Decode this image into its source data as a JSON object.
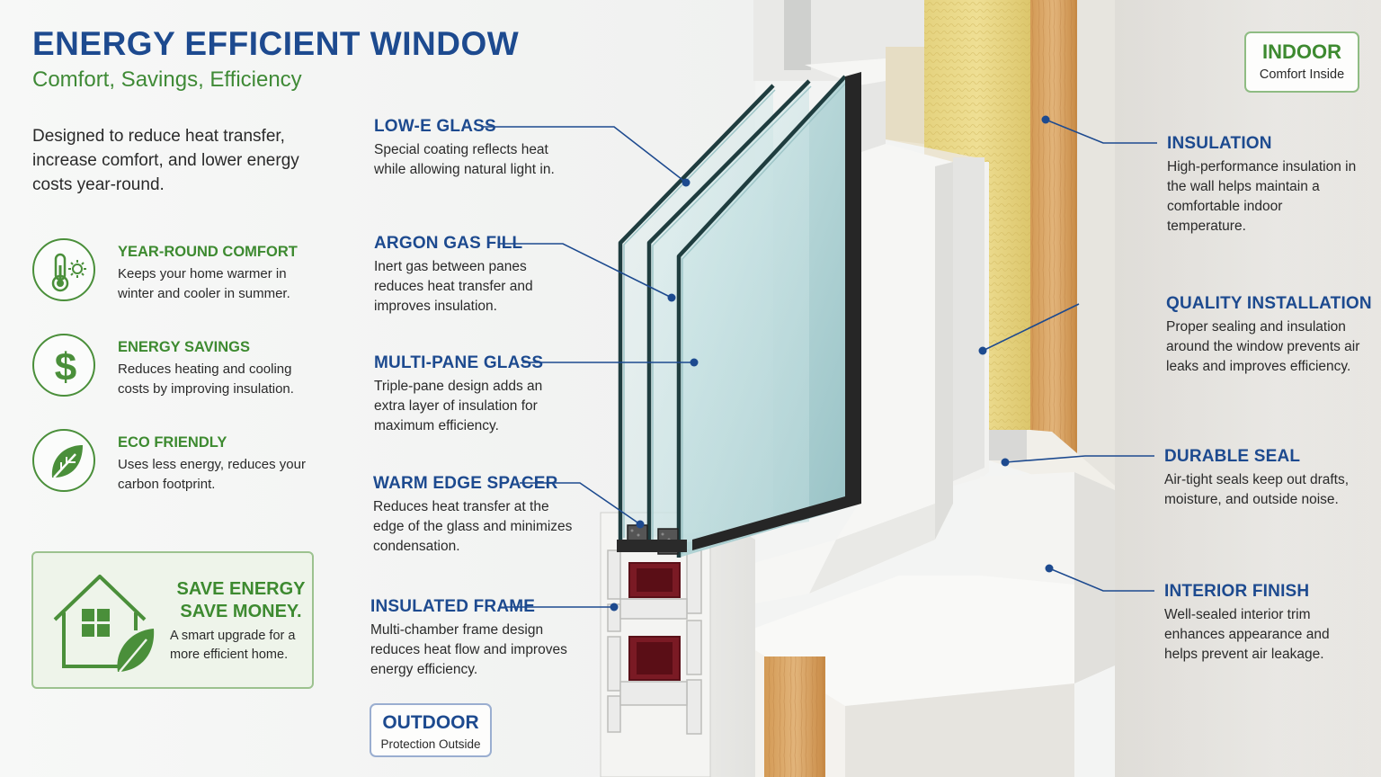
{
  "header": {
    "title": "ENERGY EFFICIENT WINDOW",
    "subtitle": "Comfort, Savings, Efficiency",
    "intro": "Designed to reduce heat transfer, increase comfort, and lower energy costs year-round."
  },
  "features": [
    {
      "icon": "thermometer-sun-icon",
      "title": "YEAR-ROUND COMFORT",
      "desc": "Keeps your home warmer in winter and cooler in summer."
    },
    {
      "icon": "dollar-icon",
      "title": "ENERGY SAVINGS",
      "desc": "Reduces heating and cooling costs by improving insulation."
    },
    {
      "icon": "leaf-icon",
      "title": "ECO FRIENDLY",
      "desc": "Uses less energy, reduces your carbon footprint."
    }
  ],
  "save_box": {
    "title_line1": "SAVE ENERGY",
    "title_line2": "SAVE MONEY.",
    "desc": "A smart upgrade for a more efficient home."
  },
  "left_callouts": [
    {
      "title": "LOW-E GLASS",
      "desc": "Special coating reflects heat while allowing natural light in."
    },
    {
      "title": "ARGON GAS FILL",
      "desc": "Inert gas between panes reduces heat transfer and improves insulation."
    },
    {
      "title": "MULTI-PANE GLASS",
      "desc": "Triple-pane design adds an extra layer of insulation for maximum efficiency."
    },
    {
      "title": "WARM EDGE SPACER",
      "desc": "Reduces heat transfer at the edge of the glass and minimizes condensation."
    },
    {
      "title": "INSULATED FRAME",
      "desc": "Multi-chamber frame design reduces heat flow and improves energy efficiency."
    }
  ],
  "right_callouts": [
    {
      "title": "INSULATION",
      "desc": "High-performance insulation in the wall helps maintain a comfortable indoor temperature."
    },
    {
      "title": "QUALITY INSTALLATION",
      "desc": "Proper sealing and insulation around the window prevents air leaks and improves efficiency."
    },
    {
      "title": "DURABLE SEAL",
      "desc": "Air-tight seals keep out drafts, moisture, and outside noise."
    },
    {
      "title": "INTERIOR FINISH",
      "desc": "Well-sealed interior trim enhances appearance and helps prevent air leakage."
    }
  ],
  "badges": {
    "indoor": {
      "title": "INDOOR",
      "sub": "Comfort Inside"
    },
    "outdoor": {
      "title": "OUTDOOR",
      "sub": "Protection Outside"
    }
  },
  "colors": {
    "title_blue": "#1d4a8f",
    "accent_green": "#3d8a30",
    "leader_line": "#1d4a8f"
  }
}
